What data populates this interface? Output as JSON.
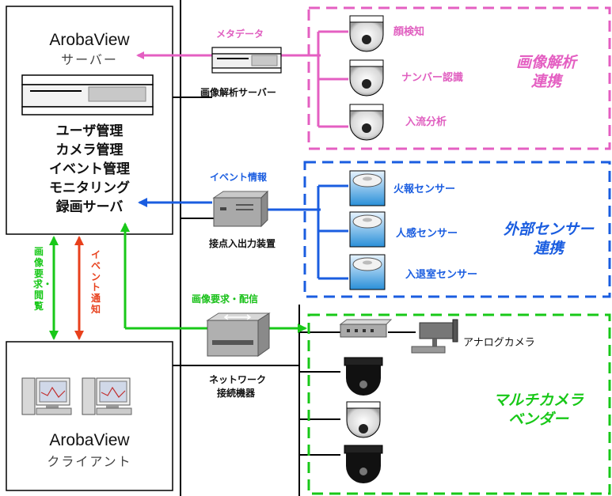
{
  "server": {
    "title": "ArobaView",
    "subtitle": "サーバー",
    "functions": [
      "ユーザ管理",
      "カメラ管理",
      "イベント管理",
      "モニタリング",
      "録画サーバ"
    ]
  },
  "client": {
    "title": "ArobaView",
    "subtitle": "クライアント"
  },
  "links": {
    "metadata": "メタデータ",
    "event_info": "イベント情報",
    "image_request": "画像要求・配信",
    "vertical_image": "画像要求・閲覧",
    "vertical_event": "イベント通知"
  },
  "devices": {
    "analysis_server": "画像解析サーバー",
    "io_device": "接点入出力装置",
    "network_device_line1": "ネットワーク",
    "network_device_line2": "接続機器",
    "analog_camera": "アナログカメラ"
  },
  "analysis_group": {
    "label_line1": "画像解析",
    "label_line2": "連携",
    "items": [
      "顔検知",
      "ナンバー認識",
      "入流分析"
    ]
  },
  "sensor_group": {
    "label_line1": "外部センサー",
    "label_line2": "連携",
    "items": [
      "火報センサー",
      "人感センサー",
      "入退室センサー"
    ]
  },
  "camera_group": {
    "label_line1": "マルチカメラ",
    "label_line2": "ベンダー"
  },
  "colors": {
    "pink": "#e45fc2",
    "blue": "#1a5de0",
    "green": "#18c818",
    "red": "#e8401c",
    "black": "#000000"
  }
}
